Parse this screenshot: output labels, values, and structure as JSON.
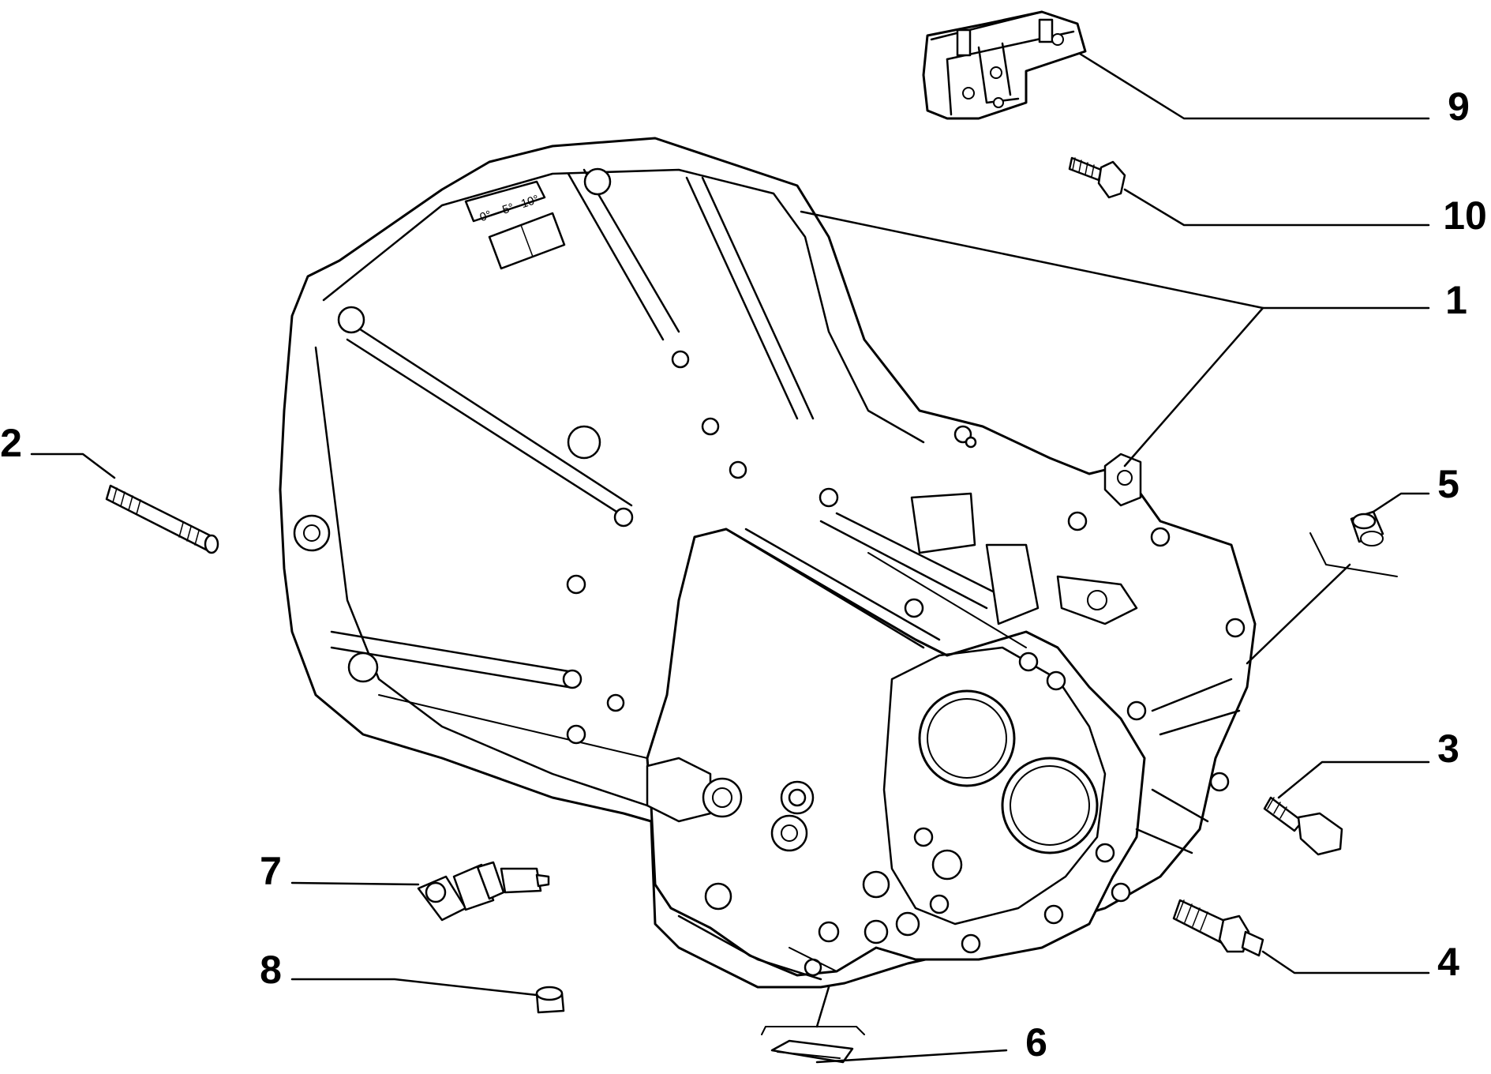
{
  "diagram": {
    "markings": {
      "scale_0": "0°",
      "scale_5": "5°",
      "scale_10": "10°"
    },
    "callouts": {
      "c1": "1",
      "c2": "2",
      "c3": "3",
      "c4": "4",
      "c5": "5",
      "c6": "6",
      "c7": "7",
      "c8": "8",
      "c9": "9",
      "c10": "10"
    }
  }
}
